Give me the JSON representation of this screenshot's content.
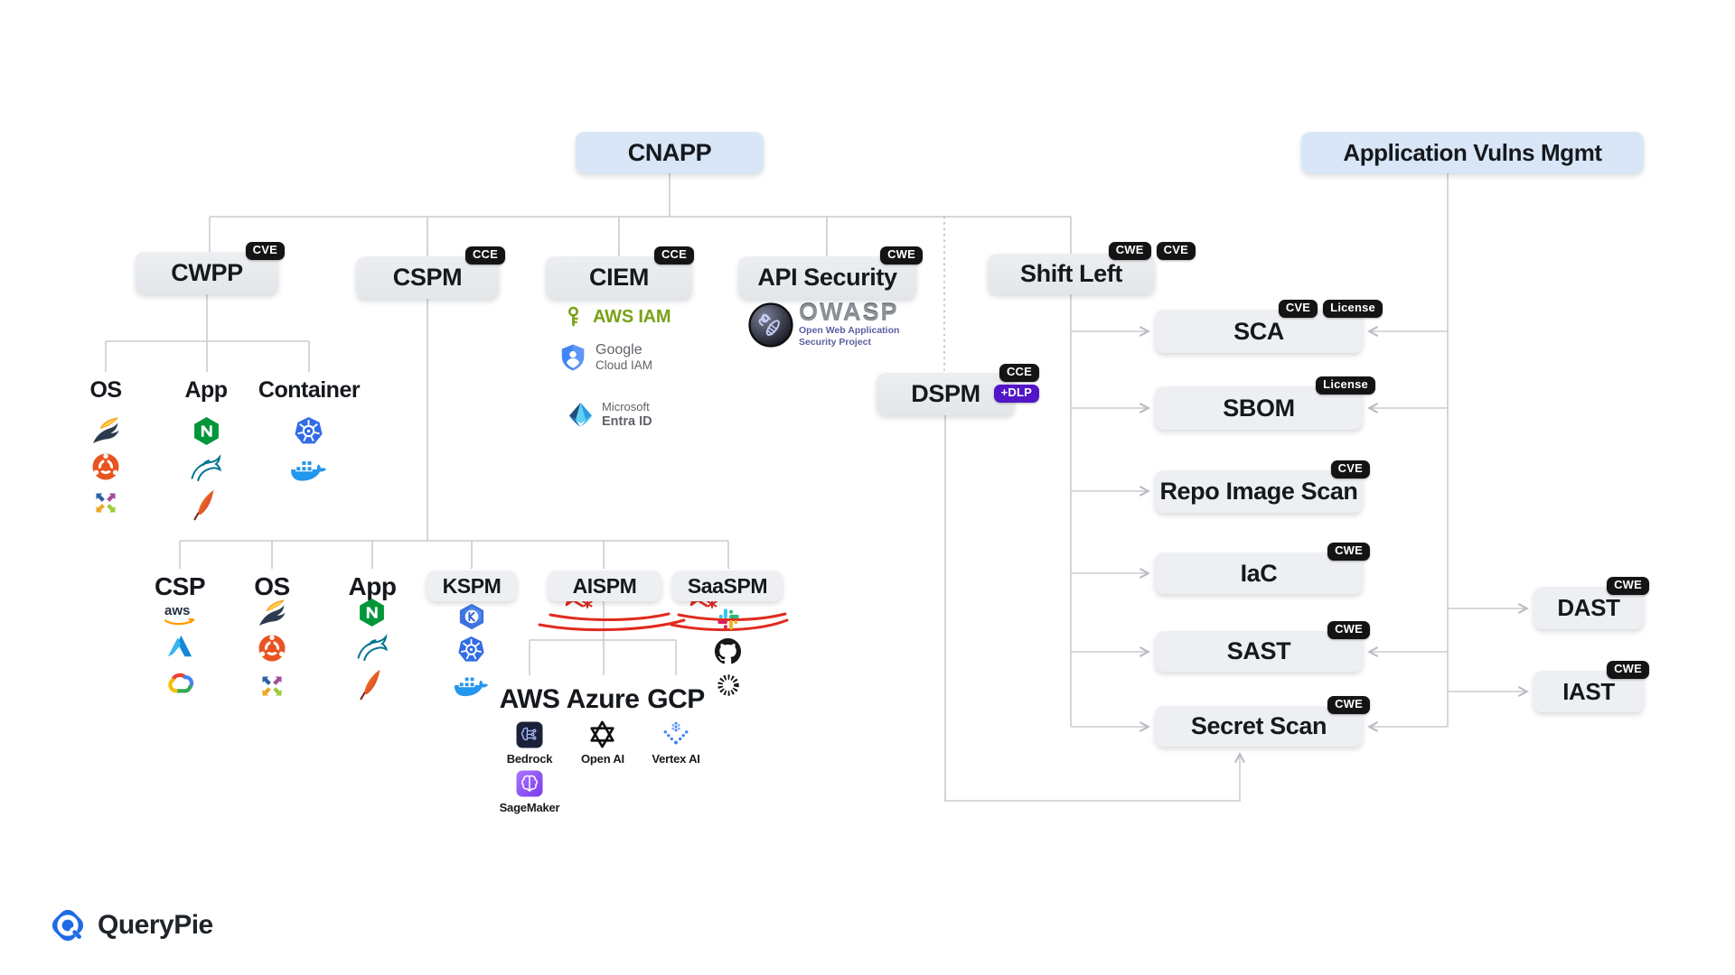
{
  "cnapp": {
    "label": "CNAPP"
  },
  "avm": {
    "label": "Application Vulns Mgmt"
  },
  "pillars": {
    "cwpp": {
      "label": "CWPP",
      "badges": [
        "CVE"
      ]
    },
    "cspm": {
      "label": "CSPM",
      "badges": [
        "CCE"
      ]
    },
    "ciem": {
      "label": "CIEM",
      "badges": [
        "CCE"
      ]
    },
    "api": {
      "label": "API Security",
      "badges": [
        "CWE"
      ]
    },
    "shift": {
      "label": "Shift Left",
      "badges": [
        "CWE",
        "CVE"
      ]
    },
    "dspm": {
      "label": "DSPM",
      "badges": [
        "CCE"
      ],
      "dlp_badge": "+DLP"
    }
  },
  "cwpp_children": {
    "os": {
      "label": "OS",
      "icons": [
        "falcon-os-icon",
        "ubuntu-icon",
        "centos-icon"
      ]
    },
    "app": {
      "label": "App",
      "icons": [
        "nginx-icon",
        "mysql-icon",
        "apache-icon"
      ]
    },
    "container": {
      "label": "Container",
      "icons": [
        "kubernetes-icon",
        "docker-icon"
      ]
    }
  },
  "ciem_children": {
    "aws_iam": {
      "label": "AWS IAM",
      "icon": "aws-iam-key-icon",
      "color": "#7AA116"
    },
    "gcp_iam": {
      "line1": "Google",
      "line2": "Cloud IAM",
      "icon": "google-cloud-iam-shield-icon"
    },
    "entra": {
      "line1": "Microsoft",
      "line2": "Entra ID",
      "icon": "microsoft-entra-id-icon"
    }
  },
  "owasp": {
    "title": "OWASP",
    "sub1": "Open Web Application",
    "sub2": "Security Project",
    "icon": "owasp-wasp-icon"
  },
  "cspm_children": {
    "csp": {
      "label": "CSP",
      "icons": [
        "aws-icon",
        "azure-icon",
        "google-cloud-icon"
      ]
    },
    "os": {
      "label": "OS",
      "icons": [
        "falcon-os-icon",
        "ubuntu-icon",
        "centos-icon"
      ]
    },
    "app": {
      "label": "App",
      "icons": [
        "nginx-icon",
        "mysql-icon",
        "apache-icon"
      ]
    },
    "kspm": {
      "label": "KSPM",
      "icons": [
        "kubernetes-k-icon",
        "kubernetes-icon",
        "docker-icon"
      ]
    },
    "aispm": {
      "label": "AISPM",
      "highlight": "red-scribble"
    },
    "saaspm": {
      "label": "SaaSPM",
      "highlight": "red-scribble",
      "icons": [
        "slack-icon",
        "github-icon",
        "burst-spinner-icon"
      ]
    }
  },
  "aispm_children": {
    "aws": {
      "label": "AWS",
      "services": [
        {
          "name": "Bedrock",
          "icon": "aws-bedrock-icon"
        },
        {
          "name": "SageMaker",
          "icon": "aws-sagemaker-icon"
        }
      ]
    },
    "azure": {
      "label": "Azure",
      "services": [
        {
          "name": "Open AI",
          "icon": "openai-icon"
        }
      ]
    },
    "gcp": {
      "label": "GCP",
      "services": [
        {
          "name": "Vertex AI",
          "icon": "vertex-ai-icon"
        }
      ]
    }
  },
  "vuln_mgmt": {
    "sca": {
      "label": "SCA",
      "badges": [
        "CVE",
        "License"
      ]
    },
    "sbom": {
      "label": "SBOM",
      "badges": [
        "License"
      ]
    },
    "repo": {
      "label": "Repo Image Scan",
      "badges": [
        "CVE"
      ]
    },
    "iac": {
      "label": "IaC",
      "badges": [
        "CWE"
      ]
    },
    "sast": {
      "label": "SAST",
      "badges": [
        "CWE"
      ]
    },
    "secret": {
      "label": "Secret Scan",
      "badges": [
        "CWE"
      ]
    },
    "dast": {
      "label": "DAST",
      "badges": [
        "CWE"
      ]
    },
    "iast": {
      "label": "IAST",
      "badges": [
        "CWE"
      ]
    }
  },
  "logos": {
    "aws_wordmark": "aws"
  },
  "brand": {
    "name": "QueryPie",
    "icon": "querypie-logo-icon"
  },
  "colors": {
    "blue_box": "#D8E6F7",
    "grey_box": "#E9EBEF",
    "badge_bg": "#141414",
    "dlp_badge_bg": "#5315C8",
    "connector": "#C9CCD1",
    "scribble_red": "#E02B1E"
  }
}
